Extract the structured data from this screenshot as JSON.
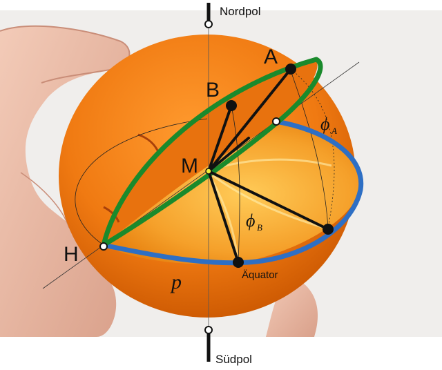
{
  "labels": {
    "north_pole": "Nordpol",
    "south_pole": "Südpol",
    "point_a": "A",
    "point_b": "B",
    "point_m": "M",
    "point_h": "H",
    "equator": "Äquator",
    "p": "p",
    "phi": "ϕ",
    "sub_a": "A",
    "sub_b": "B"
  },
  "colors": {
    "background_photo": "#f0eeec",
    "orange": "#f07a12",
    "orange_dark": "#d85f08",
    "orange_flesh": "#f5a02a",
    "skin": "#e9b8a4",
    "green_circle": "#1a8a2c",
    "blue_equator": "#2e6fc4",
    "axis": "#111111",
    "center_point": "#f2ee3a"
  },
  "icons": {
    "orange_photo": "orange-illustration",
    "hand_photo": "hand-illustration"
  }
}
